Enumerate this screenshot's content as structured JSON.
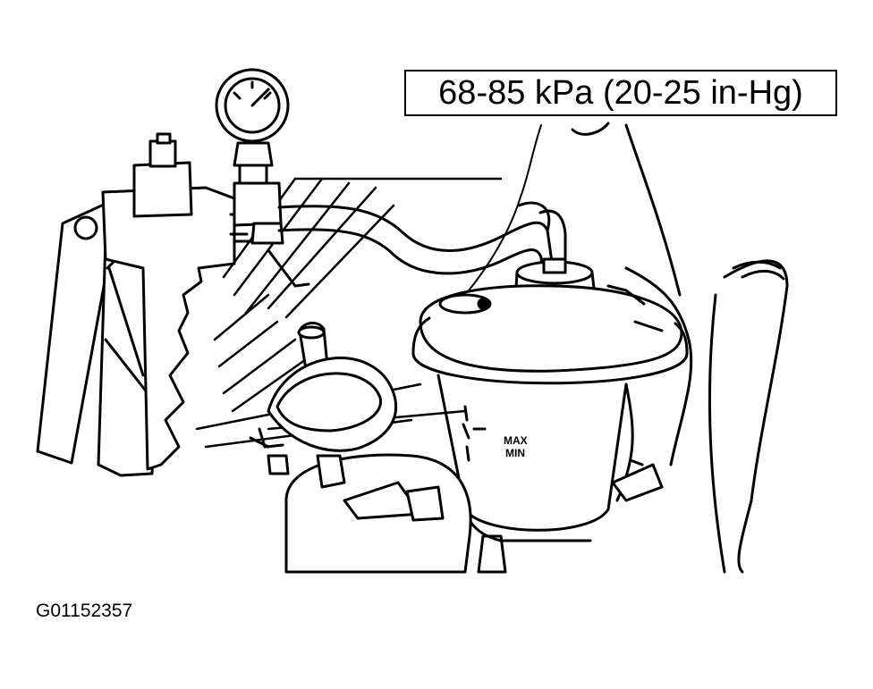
{
  "diagram": {
    "callout": {
      "label": "68-85 kPa (20-25 in-Hg)"
    },
    "reservoir": {
      "max_label": "MAX",
      "min_label": "MIN"
    },
    "figure_id": "G01152357"
  }
}
